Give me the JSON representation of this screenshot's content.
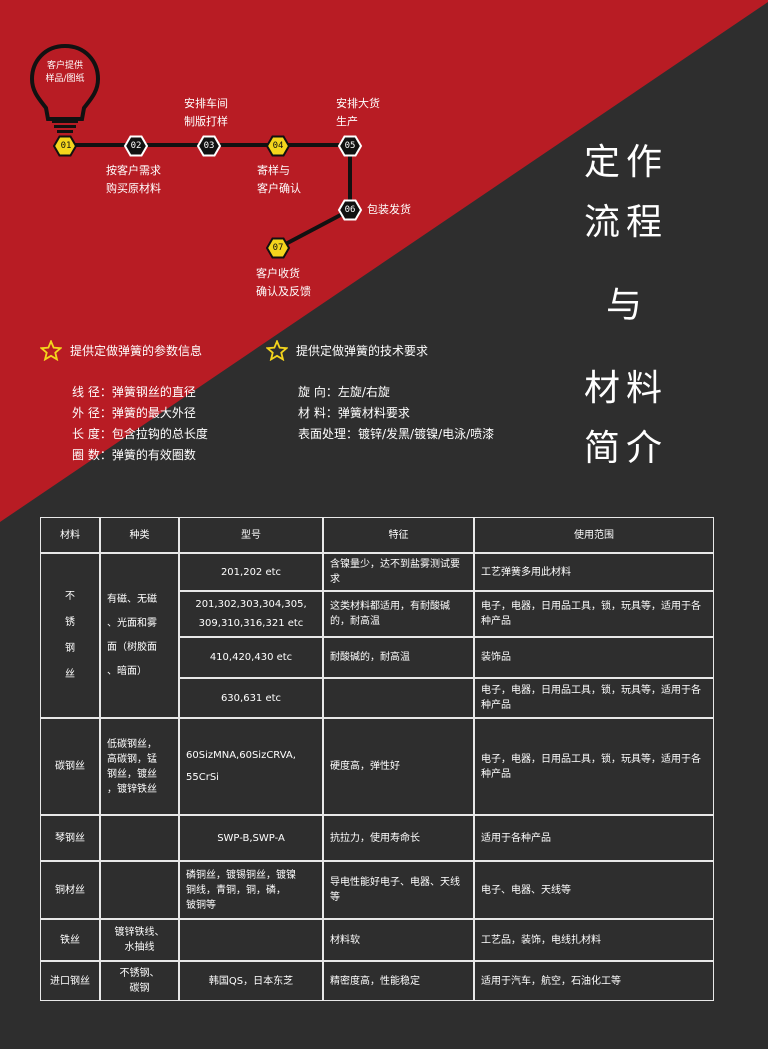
{
  "colors": {
    "red": "#b81c24",
    "dark": "#2e2e2e",
    "yellow": "#f4d51c",
    "white": "#ffffff"
  },
  "flow": {
    "bulb_text": [
      "客户提供",
      "样品/图纸"
    ],
    "nodes": [
      "01",
      "02",
      "03",
      "04",
      "05",
      "06",
      "07"
    ],
    "steps": {
      "s2": [
        "按客户需求",
        "购买原材料"
      ],
      "s3": [
        "安排车间",
        "制版打样"
      ],
      "s4": [
        "寄样与",
        "客户确认"
      ],
      "s5": [
        "安排大货",
        "生产"
      ],
      "s6": "包装发货",
      "s7": [
        "客户收货",
        "确认及反馈"
      ]
    }
  },
  "title": {
    "l1": "定作",
    "l2": "流程",
    "l3": "与",
    "l4": "材料",
    "l5": "简介"
  },
  "params": {
    "head_left": "提供定做弹簧的参数信息",
    "head_right": "提供定做弹簧的技术要求",
    "left": [
      "线  径：弹簧钢丝的直径",
      "外  径：弹簧的最大外径",
      "长  度：包含拉钩的总长度",
      "圈  数：弹簧的有效圈数"
    ],
    "right": [
      "旋  向：左旋/右旋",
      "材  料：弹簧材料要求",
      "表面处理：镀锌/发黑/镀镍/电泳/喷漆"
    ]
  },
  "table": {
    "headers": [
      "材料",
      "种类",
      "型号",
      "特征",
      "使用范围"
    ],
    "stainless": {
      "material": [
        "不",
        "锈",
        "钢",
        "丝"
      ],
      "kind": [
        "有磁、无磁",
        "、光面和雾",
        "面（树胶面",
        "、暗面）"
      ],
      "rows": [
        {
          "model": [
            "201,202 etc"
          ],
          "feature": "含镍量少，达不到盐雾测试要求",
          "usage": "工艺弹簧多用此材料"
        },
        {
          "model": [
            "201,302,303,304,305,",
            "309,310,316,321 etc"
          ],
          "feature": "这类材料都适用，有耐酸碱的，耐高温",
          "usage": "电子，电器，日用品工具，锁，玩具等，适用于各种产品"
        },
        {
          "model": [
            "410,420,430 etc"
          ],
          "feature": "耐酸碱的，耐高温",
          "usage": "装饰品"
        },
        {
          "model": [
            "630,631 etc"
          ],
          "feature": "",
          "usage": "电子，电器，日用品工具，锁，玩具等，适用于各种产品"
        }
      ]
    },
    "rows": [
      {
        "material": "碳钢丝",
        "kind": [
          "低碳钢丝，",
          "高碳钢，锰",
          "钢丝，镀丝",
          "，镀锌铁丝"
        ],
        "model": [
          "60SizMNA,60SizCRVA,",
          "55CrSi"
        ],
        "feature": "硬度高，弹性好",
        "usage": "电子，电器，日用品工具，锁，玩具等，适用于各种产品"
      },
      {
        "material": "琴钢丝",
        "kind": [
          ""
        ],
        "model": [
          "SWP-B,SWP-A"
        ],
        "feature": "抗拉力，使用寿命长",
        "usage": "适用于各种产品"
      },
      {
        "material": "铜材丝",
        "kind": [
          ""
        ],
        "model": [
          "磷铜丝，镀锡铜丝，镀镍",
          "铜线，青铜，铜，磷，",
          "铍铜等"
        ],
        "feature": "导电性能好电子、电器、天线等",
        "usage": "电子、电器、天线等"
      },
      {
        "material": "铁丝",
        "kind": [
          "镀锌铁线、",
          "水抽线"
        ],
        "model": [
          ""
        ],
        "feature": "材料软",
        "usage": "工艺品，装饰，电线扎材料"
      },
      {
        "material": "进口钢丝",
        "kind": [
          "不锈钢、",
          "碳钢"
        ],
        "model": [
          "韩国QS，日本东芝"
        ],
        "feature": "精密度高，性能稳定",
        "usage": "适用于汽车，航空，石油化工等"
      }
    ]
  }
}
